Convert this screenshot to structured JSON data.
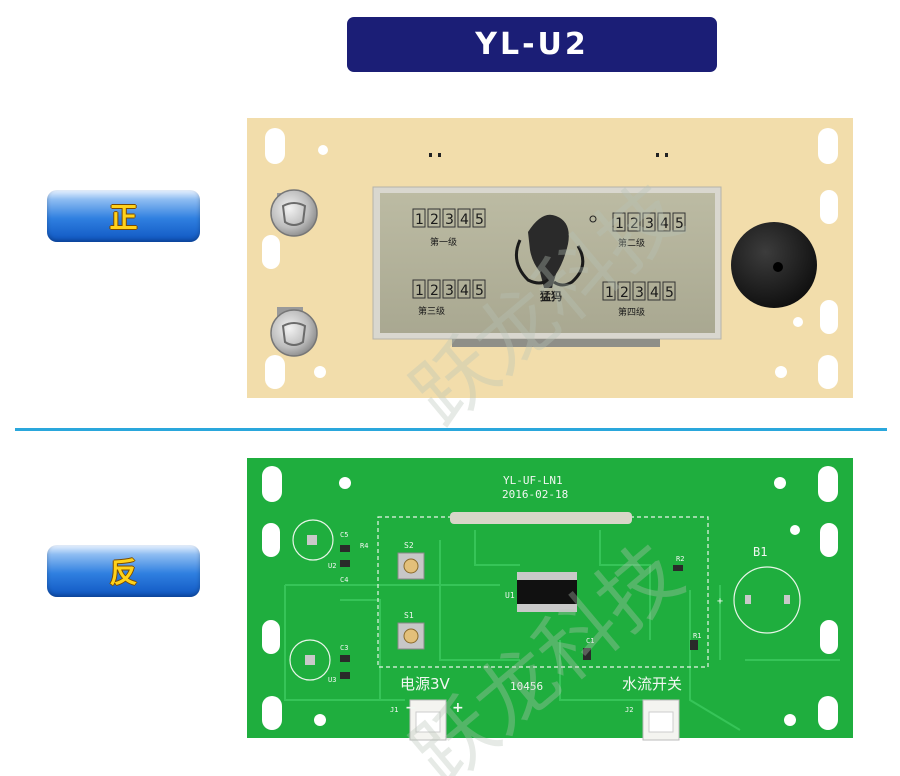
{
  "header": {
    "title": "YL-U2"
  },
  "labels": {
    "front": "正",
    "back": "反"
  },
  "front_board": {
    "digits": [
      "1",
      "2",
      "3",
      "4",
      "5"
    ],
    "level_1": "第一级",
    "level_2": "第二级",
    "level_3": "第三级",
    "level_4": "第四级",
    "brand": "猛犸"
  },
  "back_board": {
    "model": "YL-UF-LN1",
    "date": "2016-02-18",
    "code": "10456",
    "power_label": "电源3V",
    "water_switch_label": "水流开关",
    "plus": "+",
    "minus": "−",
    "s1": "S1",
    "s2": "S2",
    "u1": "U1",
    "u2": "U2",
    "u3": "U3",
    "c1": "C1",
    "c3": "C3",
    "c4": "C4",
    "c5": "C5",
    "r1": "R1",
    "r2": "R2",
    "r4": "R4",
    "b1": "B1",
    "j1": "J1",
    "j2": "J2"
  },
  "watermark": "跃龙科技",
  "colors": {
    "banner": "#1b1e76",
    "cream_board": "#f2ddab",
    "green_board": "#1fae3e",
    "divider": "#2aa7dc"
  }
}
